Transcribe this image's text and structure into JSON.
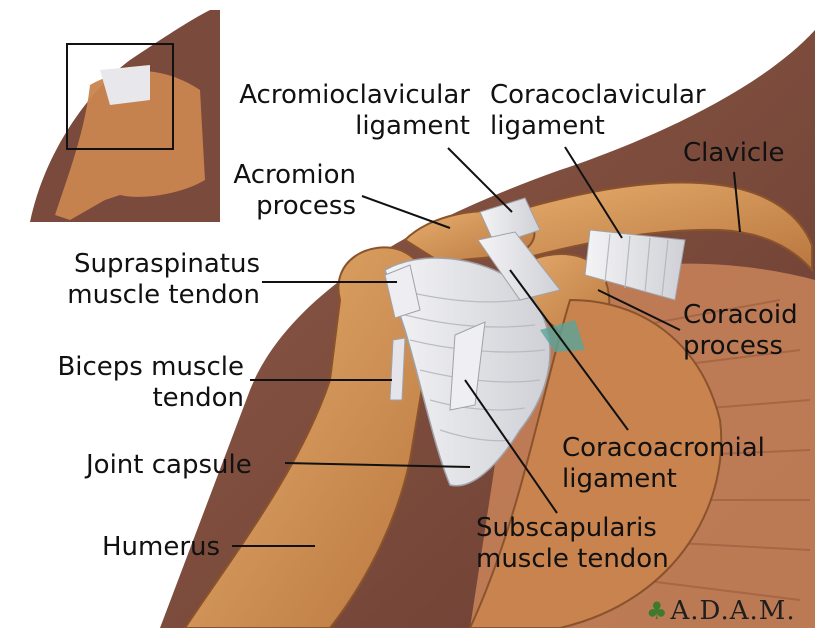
{
  "labels": {
    "acromioclavicular": [
      "Acromioclavicular",
      "ligament"
    ],
    "coracoclavicular": [
      "Coracoclavicular",
      "ligament"
    ],
    "clavicle": "Clavicle",
    "acromion": [
      "Acromion",
      "process"
    ],
    "supraspinatus": [
      "Supraspinatus",
      "muscle tendon"
    ],
    "coracoid": [
      "Coracoid",
      "process"
    ],
    "biceps": [
      "Biceps muscle",
      "tendon"
    ],
    "coracoacromial": [
      "Coracoacromial",
      "ligament"
    ],
    "joint_capsule": "Joint capsule",
    "subscapularis": [
      "Subscapularis",
      "muscle tendon"
    ],
    "humerus": "Humerus"
  },
  "logo": "A.D.A.M.",
  "colors": {
    "skin": "#7a4a3c",
    "bone": "#d79a5c",
    "ligament": "#e8e8ea",
    "text": "#111111"
  }
}
